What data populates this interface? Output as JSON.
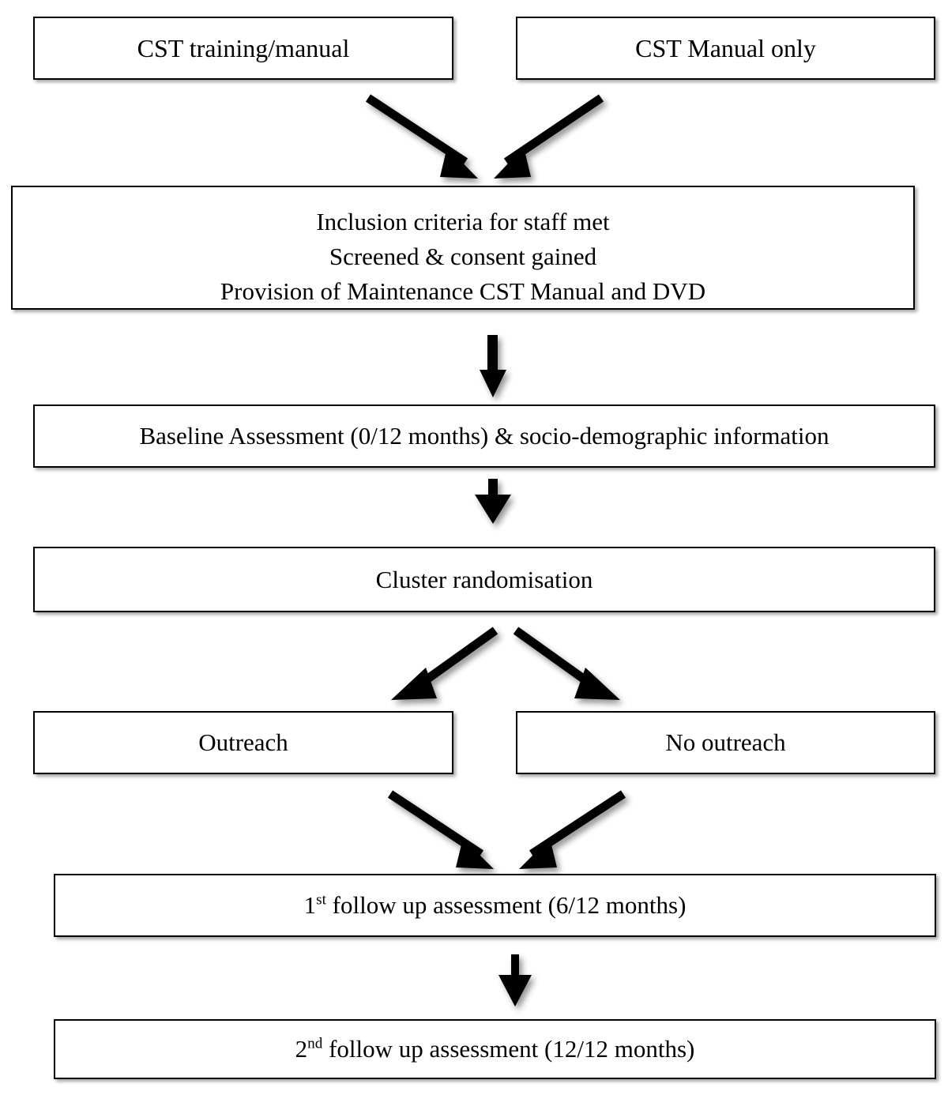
{
  "diagram": {
    "title": "CST maintenance cluster randomised trial flow",
    "line_color": "#000000",
    "box_fill": "#ffffff",
    "nodes": {
      "cst_training_manual": "CST training/manual",
      "cst_manual_only": "CST Manual only",
      "inclusion": "Inclusion criteria for staff met\nScreened & consent gained\nProvision of Maintenance CST Manual and DVD",
      "baseline": "Baseline Assessment (0/12 months) & socio-demographic information",
      "cluster_randomisation": "Cluster randomisation",
      "outreach": "Outreach",
      "no_outreach": "No outreach",
      "follow_up_1_prefix": "1",
      "follow_up_1_sup": "st",
      "follow_up_1_rest": " follow up assessment (6/12 months)",
      "follow_up_2_prefix": "2",
      "follow_up_2_sup": "nd",
      "follow_up_2_rest": " follow up assessment (12/12 months)"
    },
    "edges": [
      {
        "name": "cst-training-to-inclusion",
        "type": "converging-diagonal"
      },
      {
        "name": "cst-manual-to-inclusion",
        "type": "converging-diagonal"
      },
      {
        "name": "inclusion-to-baseline",
        "type": "vertical"
      },
      {
        "name": "baseline-to-cluster",
        "type": "vertical"
      },
      {
        "name": "cluster-to-outreach",
        "type": "diverging-diagonal"
      },
      {
        "name": "cluster-to-no-outreach",
        "type": "diverging-diagonal"
      },
      {
        "name": "outreach-to-follow-up-1",
        "type": "converging-diagonal"
      },
      {
        "name": "no-outreach-to-follow-up-1",
        "type": "converging-diagonal"
      },
      {
        "name": "follow-up-1-to-follow-up-2",
        "type": "vertical"
      }
    ]
  }
}
